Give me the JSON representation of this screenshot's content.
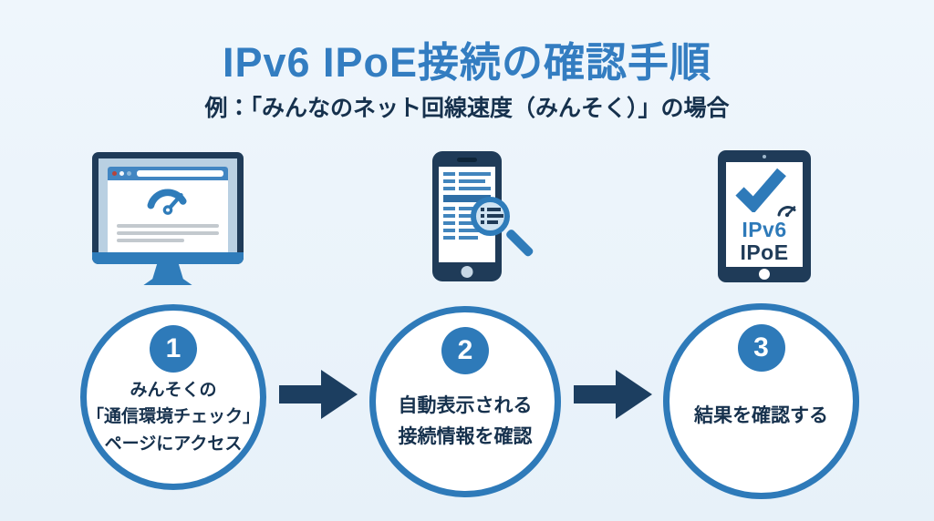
{
  "page": {
    "title": "IPv6 IPoE接続の確認手順",
    "subtitle": "例：「みんなのネット回線速度（みんそく）」の場合"
  },
  "steps": [
    {
      "number": "1",
      "lines": [
        "みんそくの",
        "「通信環境チェック」",
        "ページにアクセス"
      ]
    },
    {
      "number": "2",
      "lines": [
        "自動表示される",
        "接続情報を確認"
      ]
    },
    {
      "number": "3",
      "lines": [
        "結果を確認する"
      ]
    }
  ],
  "tablet": {
    "labels": [
      "IPv6",
      "IPoE"
    ]
  },
  "icons": {
    "monitor": "desktop-browser-speedtest-icon",
    "phone": "smartphone-connection-list-icon",
    "magnifier": "magnifier-icon",
    "tablet": "tablet-check-result-icon",
    "speedometer": "speedometer-icon",
    "checkmark": "checkmark-icon",
    "arrow": "right-arrow-icon"
  },
  "colors": {
    "background": "#eaf3fb",
    "title_blue": "#337dc1",
    "text_navy": "#16314d",
    "accent_blue": "#2e7ab9",
    "icon_navy": "#1f3b58",
    "icon_blue": "#2f7cba",
    "arrow_navy": "#1c3e60"
  }
}
